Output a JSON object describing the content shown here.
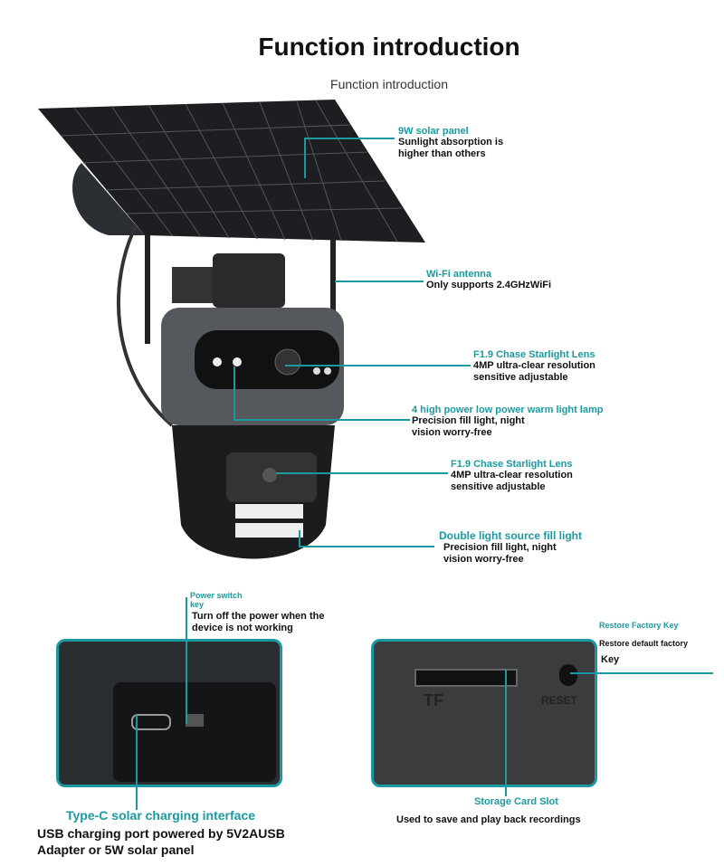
{
  "header": {
    "title": "Function introduction",
    "subtitle": "Function introduction"
  },
  "callouts": [
    {
      "heading": "9W solar panel",
      "desc": "Sunlight absorption is higher than others"
    },
    {
      "heading": "Wi-Fi antenna",
      "desc": "Only supports 2.4GHzWiFi"
    },
    {
      "heading": "F1.9 Chase Starlight Lens",
      "desc": "4MP ultra-clear resolution sensitive adjustable"
    },
    {
      "heading": "4 high power low power warm light lamp",
      "desc": "Precision fill light, night vision worry-free"
    },
    {
      "heading": "F1.9 Chase Starlight Lens",
      "desc": "4MP ultra-clear resolution sensitive adjustable"
    },
    {
      "heading": "Double light source fill light",
      "desc": "Precision fill light, night vision worry-free"
    }
  ],
  "details": {
    "power": {
      "heading": "Power switch key",
      "desc": "Turn off the power when the device is not working"
    },
    "typec": {
      "heading": "Type-C solar charging interface",
      "desc": "USB charging port powered by 5V2AUSB Adapter or 5W solar panel"
    },
    "restore": {
      "heading": "Restore Factory Key",
      "desc1": "Restore default factory",
      "desc2": "Key"
    },
    "storage": {
      "heading": "Storage Card Slot",
      "desc": "Used to save and play back recordings"
    },
    "labels": {
      "tf": "TF",
      "reset": "RESET"
    }
  },
  "colors": {
    "accent": "#1a9aa0"
  }
}
